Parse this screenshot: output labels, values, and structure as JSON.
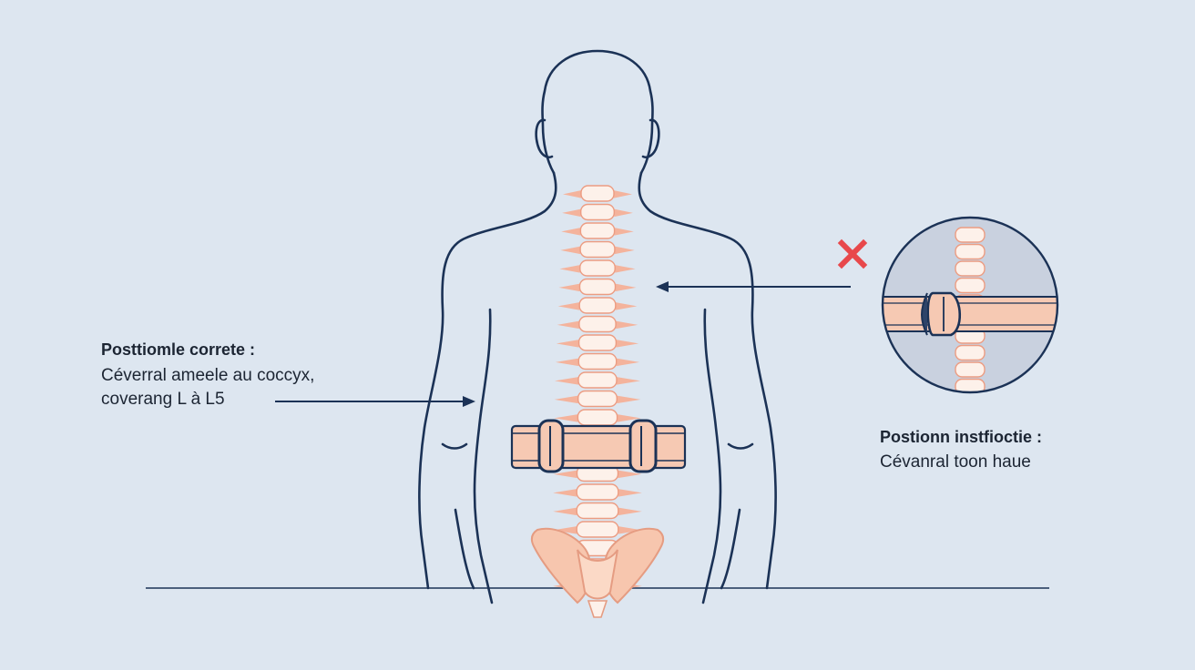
{
  "labels": {
    "correct": {
      "heading": "Posttiomle correte :",
      "line1": "Céverral ameele au coccyx,",
      "line2": "coverang L à L5"
    },
    "incorrect": {
      "heading": "Postionn instfioctie :",
      "line1": "Cévanral toon haue"
    }
  },
  "icons": {
    "incorrect_mark": "red-x-icon"
  },
  "colors": {
    "background": "#dde6f0",
    "outline": "#1b3256",
    "belt": "#f6c9b3",
    "vertebra": "#fdf1ea",
    "vertebra_edge": "#ec9c82",
    "pelvis": "#f7c6ae",
    "x_mark": "#e8484b"
  }
}
